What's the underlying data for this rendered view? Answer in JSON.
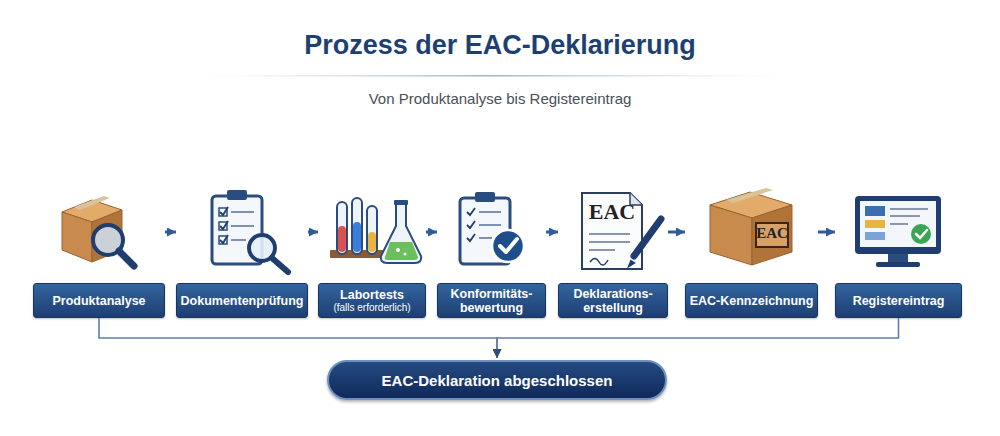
{
  "diagram": {
    "title": "Prozess der EAC-Deklarierung",
    "caption": "Von Produktanalyse bis Registereintrag",
    "nodes": [
      {
        "text": [
          "Produktanalyse"
        ]
      },
      {
        "text": [
          "Dokumentenprüfung"
        ]
      },
      {
        "text": [
          "Labortests",
          "(falls erforderlich)"
        ]
      },
      {
        "text": [
          "Konformitäts- bewertung"
        ]
      },
      {
        "text": [
          "Deklarations- erstellung"
        ]
      },
      {
        "text": [
          "EAC-Kennzeichnung"
        ]
      },
      {
        "text": [
          "Registereintrag"
        ]
      },
      {
        "text": [
          "EAC-Deklaration abgeschlossen"
        ]
      }
    ],
    "edges": [
      {
        "from": 0,
        "to": 1,
        "arrow": "to"
      },
      {
        "from": 1,
        "to": 2,
        "arrow": "to"
      },
      {
        "from": 2,
        "to": 3,
        "arrow": "to"
      },
      {
        "from": 3,
        "to": 4,
        "arrow": "to"
      },
      {
        "from": 4,
        "to": 5,
        "arrow": "to"
      },
      {
        "from": 5,
        "to": 6,
        "arrow": "to"
      },
      {
        "from": 0,
        "to": 7,
        "arrow": "to"
      },
      {
        "from": 6,
        "to": 7,
        "arrow": "to"
      }
    ],
    "labels": [
      "EAC",
      "EAC"
    ]
  }
}
